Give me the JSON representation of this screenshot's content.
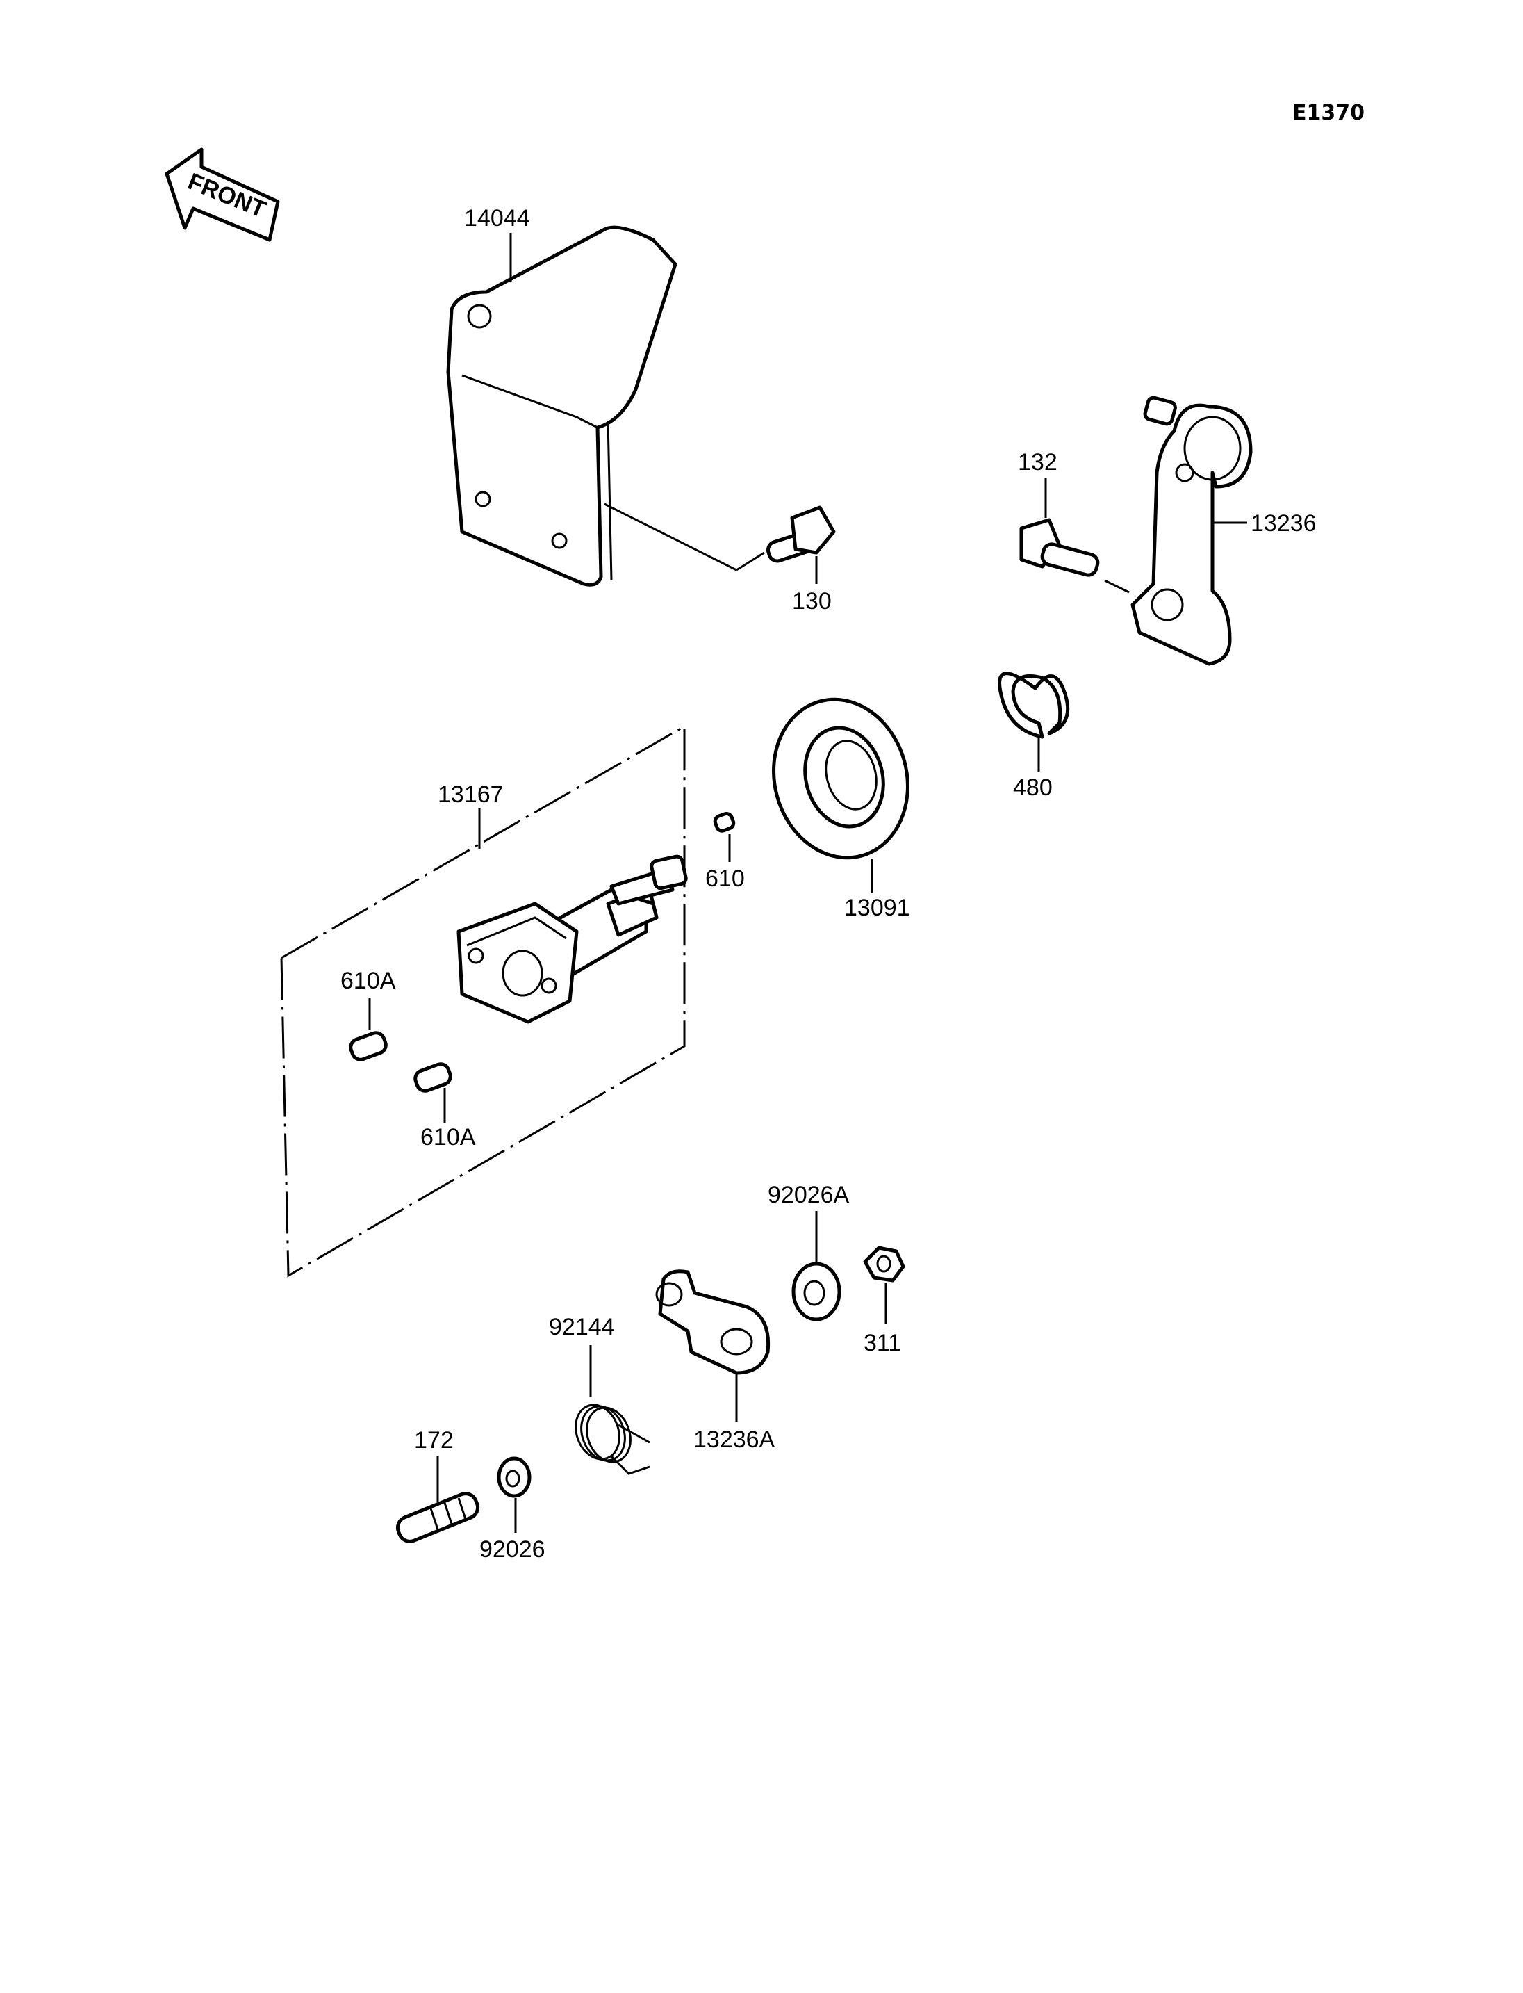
{
  "diagram_code": "E1370",
  "front_arrow_text": "FRONT",
  "parts": [
    {
      "id": "bracket",
      "label": "14044"
    },
    {
      "id": "bolt-130",
      "label": "130"
    },
    {
      "id": "bolt-132",
      "label": "132"
    },
    {
      "id": "lever",
      "label": "13236"
    },
    {
      "id": "circlip",
      "label": "480"
    },
    {
      "id": "seal",
      "label": "13091"
    },
    {
      "id": "shaft-assembly",
      "label": "13167"
    },
    {
      "id": "pin-610",
      "label": "610"
    },
    {
      "id": "pin-610a-upper",
      "label": "610A"
    },
    {
      "id": "pin-610a-lower",
      "label": "610A"
    },
    {
      "id": "washer-92026a",
      "label": "92026A"
    },
    {
      "id": "nut",
      "label": "311"
    },
    {
      "id": "spring",
      "label": "92144"
    },
    {
      "id": "lever-a",
      "label": "13236A"
    },
    {
      "id": "stud",
      "label": "172"
    },
    {
      "id": "washer-92026",
      "label": "92026"
    }
  ]
}
